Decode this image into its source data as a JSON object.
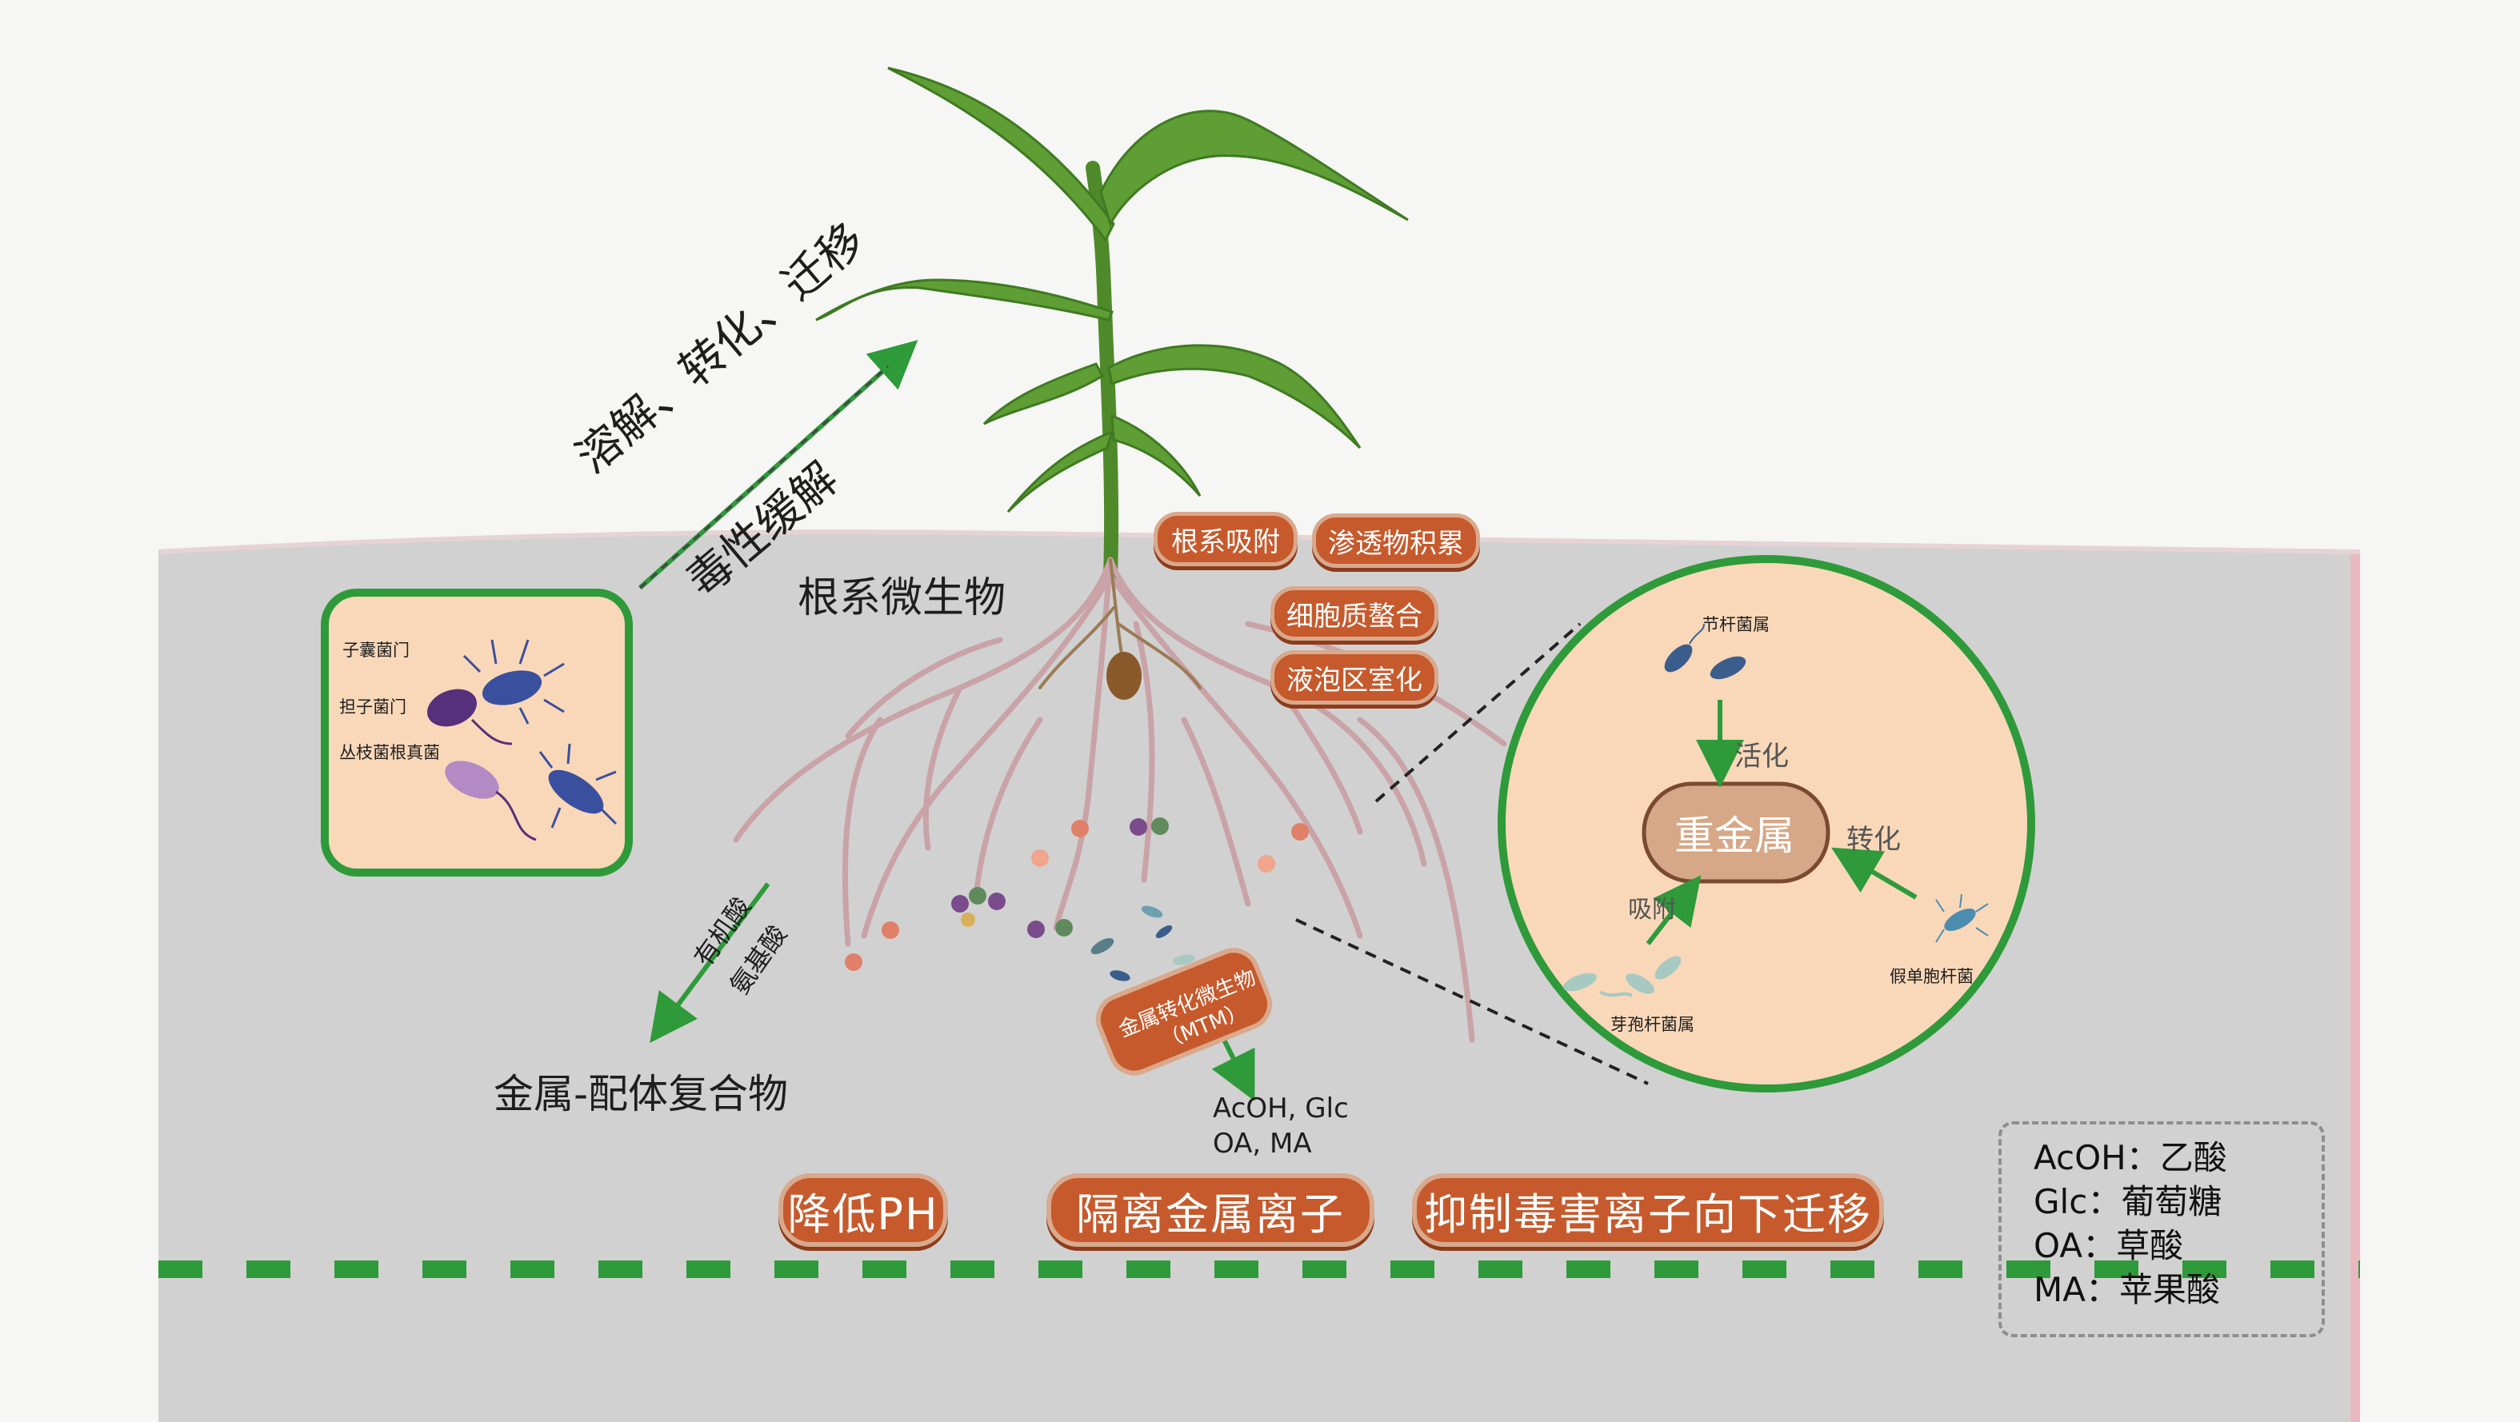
{
  "top_arrow_labels": {
    "line1": "溶解、转化、迁移",
    "line2": "毒性缓解"
  },
  "root_microbe_label": "根系微生物",
  "left_inset": {
    "items": [
      "子囊菌门",
      "担子菌门",
      "丛枝菌根真菌"
    ]
  },
  "mechanism_tags": [
    "根系吸附",
    "渗透物积累",
    "细胞质螯合",
    "液泡区室化"
  ],
  "left_arrow_labels": {
    "line1": "有机酸",
    "line2": "氨基酸"
  },
  "metal_ligand_label": "金属-配体复合物",
  "mtm_box": {
    "line1": "金属转化微生物",
    "line2": "（MTM）"
  },
  "mtm_products": {
    "line1": "AcOH, Glc",
    "line2": "OA, MA"
  },
  "bottom_tags": [
    "降低PH",
    "隔离金属离子",
    "抑制毒害离子向下迁移"
  ],
  "circle_inset": {
    "center_label": "重金属",
    "activation_label": "活化",
    "transform_label": "转化",
    "adsorb_label": "吸附",
    "bacteria": [
      "节杆菌属",
      "假单胞杆菌",
      "芽孢杆菌属"
    ]
  },
  "legend": [
    {
      "abbr": "AcOH",
      "sep": "：",
      "name": "乙酸"
    },
    {
      "abbr": "Glc",
      "sep": "：",
      "name": "葡萄糖"
    },
    {
      "abbr": "OA",
      "sep": "：",
      "name": "草酸"
    },
    {
      "abbr": "MA",
      "sep": "：",
      "name": "苹果酸"
    }
  ],
  "colors": {
    "soil": "#d1d1d1",
    "soil_edge": "#e9b8c0",
    "green_accent": "#2e9a3a",
    "tag_orange": "#c65a2c",
    "inset_fill": "#f9d8b9",
    "leaf_green": "#5f9e34",
    "root_pink": "#c9a3a8"
  }
}
